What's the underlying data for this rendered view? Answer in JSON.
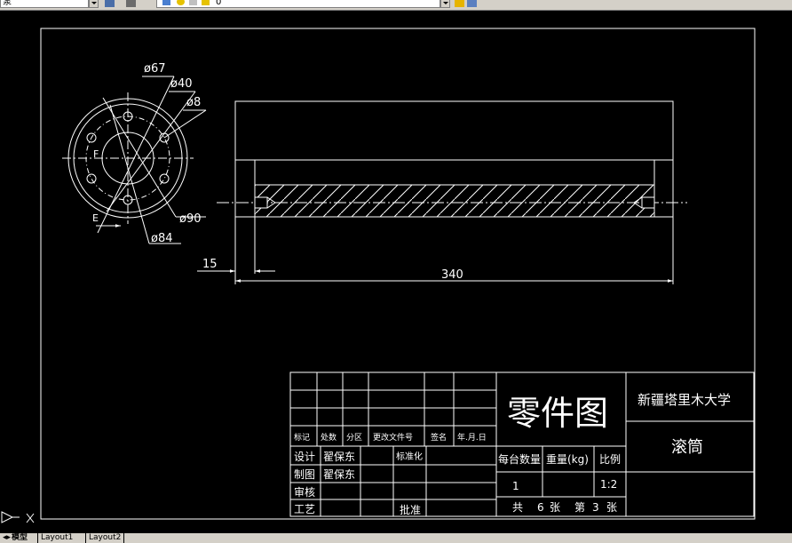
{
  "toolbar": {
    "layer_value": "泵",
    "linetype_value": "0"
  },
  "part_view": {
    "dims": {
      "d67": "ø67",
      "d40": "ø40",
      "d8": "ø8",
      "d90": "ø90",
      "d84": "ø84",
      "label_f": "F",
      "label_e": "E"
    }
  },
  "main_view": {
    "dim_15": "15",
    "dim_340": "340"
  },
  "title_block": {
    "drawing_type": "零件图",
    "university": "新疆塔里木大学",
    "part_name": "滚筒",
    "rev_headers": [
      "标记",
      "处数",
      "分区",
      "更改文件号",
      "签名",
      "年.月.日"
    ],
    "design_label": "设计",
    "designer": "翟保东",
    "standard_label": "标准化",
    "draw_label": "制图",
    "drafter": "翟保东",
    "review_label": "审核",
    "process_label": "工艺",
    "approve_label": "批准",
    "qty_label": "每台数量",
    "weight_label": "重量(kg)",
    "scale_label": "比例",
    "qty_value": "1",
    "scale_value": "1:2",
    "sheet_total_label": "共",
    "sheet_total": "6",
    "sheet_unit1": "张",
    "sheet_no_label": "第",
    "sheet_no": "3",
    "sheet_unit2": "张"
  },
  "tabs": {
    "model": "模型",
    "layout1": "Layout1",
    "layout2": "Layout2"
  },
  "colors": {
    "background": "#000000",
    "lines": "#ffffff",
    "toolbar": "#d4d0c8"
  }
}
